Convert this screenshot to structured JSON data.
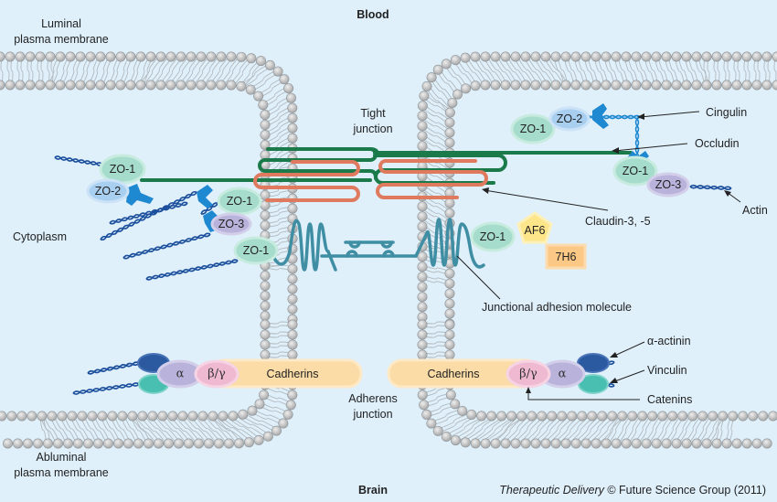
{
  "labels": {
    "blood": "Blood",
    "brain": "Brain",
    "luminal_line1": "Luminal",
    "luminal_line2": "plasma membrane",
    "abluminal_line1": "Abluminal",
    "abluminal_line2": "plasma membrane",
    "cytoplasm": "Cytoplasm",
    "tight_junction_line1": "Tight",
    "tight_junction_line2": "junction",
    "adherens_line1": "Adherens",
    "adherens_line2": "junction"
  },
  "callouts": {
    "cingulin": "Cingulin",
    "occludin": "Occludin",
    "actin": "Actin",
    "claudin": "Claudin-3, -5",
    "jam": "Junctional adhesion molecule",
    "alpha_actinin": "α-actinin",
    "vinculin": "Vinculin",
    "catenins": "Catenins"
  },
  "proteins": {
    "zo1": "ZO-1",
    "zo2": "ZO-2",
    "zo3": "ZO-3",
    "af6": "AF6",
    "h76": "7H6",
    "alpha": "α",
    "beta_gamma": "β/γ",
    "cadherins": "Cadherins"
  },
  "credit": {
    "journal": "Therapeutic Delivery",
    "rest": " © Future Science Group (2011)"
  },
  "colors": {
    "background": "#dff0fb",
    "occludin": "#1b7a4a",
    "claudin": "#e07a5f",
    "jam": "#3f8ea3",
    "zo1": "#a6dccb",
    "zo2": "#a9cff0",
    "zo3": "#b9b3dc",
    "af6": "#fde58a",
    "h76": "#fbc985",
    "cadherin": "#fbdca6",
    "actin": "#1c4f9c",
    "cingulin": "#1e88d0"
  }
}
